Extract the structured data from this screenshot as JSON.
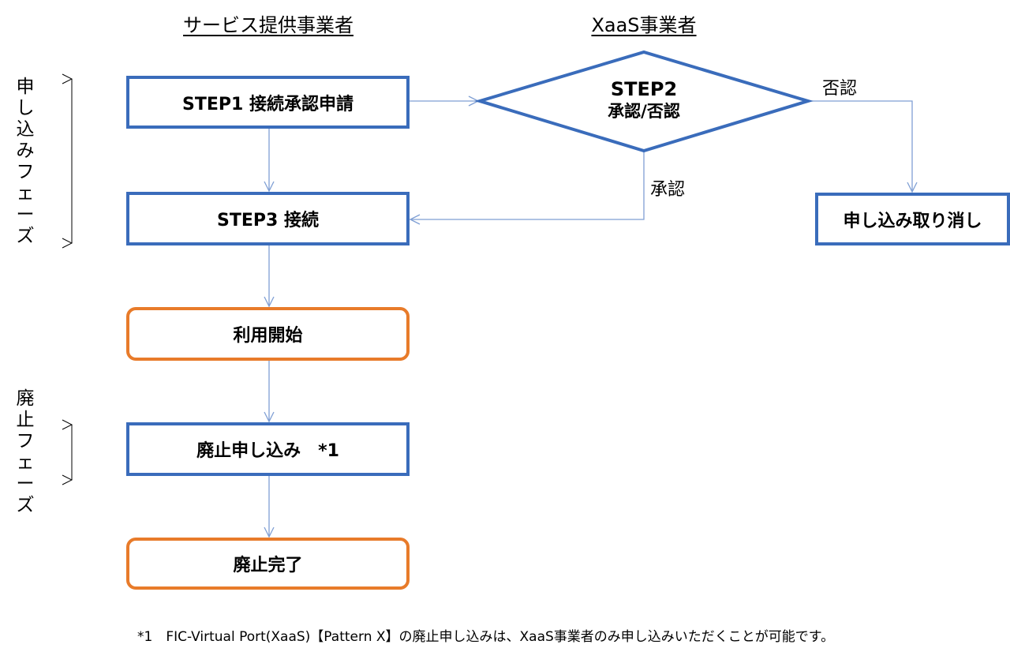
{
  "columns": {
    "left": "サービス提供事業者",
    "right": "XaaS事業者"
  },
  "phases": {
    "apply": "申し込みフェーズ",
    "cancel": "廃止フェーズ"
  },
  "steps": {
    "step1": "STEP1 接続承認申請",
    "step2_title": "STEP2",
    "step2_sub": "承認/否認",
    "step3": "STEP3 接続",
    "cancel_apply": "申し込み取り消し",
    "start_use": "利用開始",
    "abolish_apply": "廃止申し込み　*1",
    "abolish_done": "廃止完了"
  },
  "edges": {
    "approve": "承認",
    "reject": "否認"
  },
  "footnote": "*1　FIC-Virtual Port(XaaS)【Pattern X】の廃止申し込みは、XaaS事業者のみ申し込みいただくことが可能です。",
  "colors": {
    "blue": "#3a6cbb",
    "orange": "#e87b2a",
    "connector": "#7f9fd4"
  }
}
